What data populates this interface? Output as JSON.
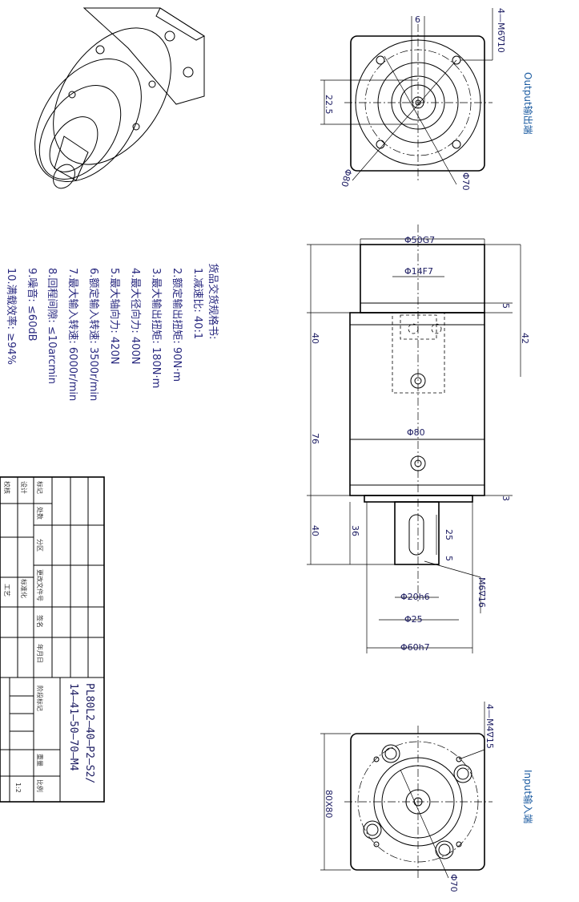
{
  "views": {
    "output": {
      "label": "Output输出端",
      "hole_callout": "4—M6∇10",
      "dim_6": "6",
      "dim_22_5": "22.5",
      "dim_phi80": "Φ80",
      "dim_phi70": "Φ70"
    },
    "side": {
      "dim_phi50g7": "Φ50G7",
      "dim_phi14f7": "Φ14F7",
      "dim_5_top": "5",
      "dim_42": "42",
      "dim_40_top": "40",
      "dim_phi80": "Φ80",
      "dim_76": "76",
      "dim_3": "3",
      "dim_40_bottom": "40",
      "dim_36": "36",
      "dim_25": "25",
      "dim_5_bottom": "5",
      "tap_callout": "M6∇16",
      "dim_phi20h6": "Φ20h6",
      "dim_phi25": "Φ25",
      "dim_phi60h7": "Φ60h7"
    },
    "input": {
      "label": "Input输入端",
      "hole_callout": "4—M4∇15",
      "dim_square": "80X80",
      "dim_phi70": "Φ70"
    }
  },
  "specs": {
    "title": "货品交货规格书:",
    "items": [
      "1.减速比:  40:1",
      "2.额定输出扭矩:  90N·m",
      "3.最大输出扭矩:  180N·m",
      "4.最大径向力:  400N",
      "5.最大轴向力:  420N",
      "6.额定输入转速:  3500r/min",
      "7.最大输入转速:  6000r/min",
      "8.回程间隙:  ≤10arcmin",
      "9.噪音:  ≤60dB",
      "10.满载效率:  ≥94%"
    ]
  },
  "title_block": {
    "headers": [
      "标记",
      "处数",
      "分区",
      "更改文件号",
      "签名",
      "年月日"
    ],
    "design": "设计",
    "check": "校核",
    "standardization": "标准化",
    "process": "工艺",
    "stage_mark": "阶段标记",
    "weight": "重量",
    "scale": "比例",
    "scale_value": "1:2",
    "part_number": "PL80L2—40—P2—S2/",
    "part_number_2": "14—41—50—70—M4"
  }
}
